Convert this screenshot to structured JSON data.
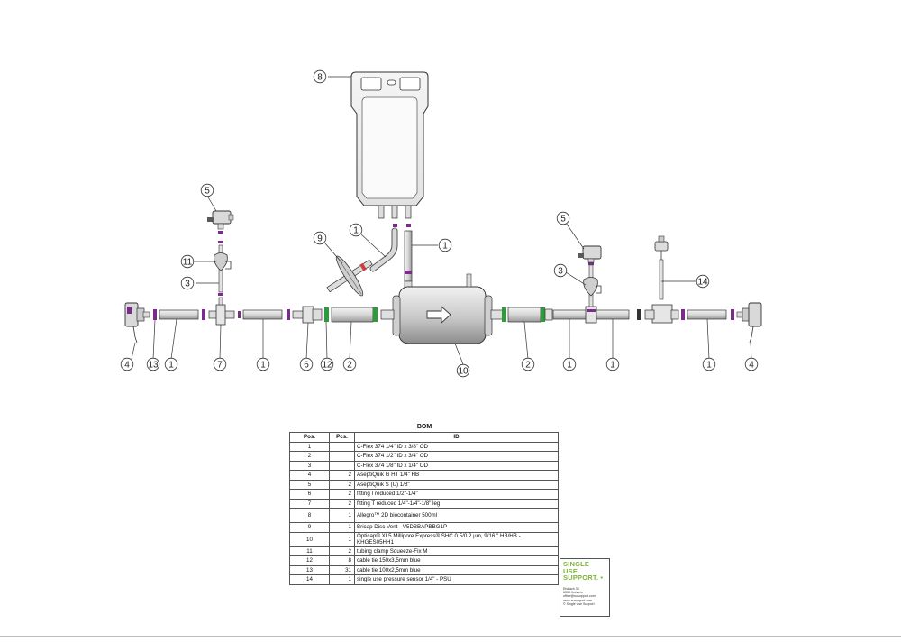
{
  "diagram": {
    "callouts": [
      {
        "id": "c8",
        "label": "8"
      },
      {
        "id": "c5a",
        "label": "5"
      },
      {
        "id": "c11",
        "label": "11"
      },
      {
        "id": "c3a",
        "label": "3"
      },
      {
        "id": "c9",
        "label": "9"
      },
      {
        "id": "c1a",
        "label": "1"
      },
      {
        "id": "c1b",
        "label": "1"
      },
      {
        "id": "c5b",
        "label": "5"
      },
      {
        "id": "c3b",
        "label": "3"
      },
      {
        "id": "c14",
        "label": "14"
      },
      {
        "id": "c4a",
        "label": "4"
      },
      {
        "id": "c13",
        "label": "13"
      },
      {
        "id": "c1c",
        "label": "1"
      },
      {
        "id": "c7",
        "label": "7"
      },
      {
        "id": "c1d",
        "label": "1"
      },
      {
        "id": "c6",
        "label": "6"
      },
      {
        "id": "c12",
        "label": "12"
      },
      {
        "id": "c2a",
        "label": "2"
      },
      {
        "id": "c10",
        "label": "10"
      },
      {
        "id": "c2b",
        "label": "2"
      },
      {
        "id": "c1e",
        "label": "1"
      },
      {
        "id": "c1f",
        "label": "1"
      },
      {
        "id": "c1g",
        "label": "1"
      },
      {
        "id": "c4b",
        "label": "4"
      }
    ]
  },
  "bom": {
    "title": "BOM",
    "headers": {
      "pos": "Pos.",
      "pcs": "Pcs.",
      "id": "ID"
    },
    "rows": [
      {
        "pos": "1",
        "pcs": "",
        "id": "C-Flex 374 1/4\" ID x 3/8\" OD"
      },
      {
        "pos": "2",
        "pcs": "",
        "id": "C-Flex 374 1/2\" ID x 3/4\" OD"
      },
      {
        "pos": "3",
        "pcs": "",
        "id": "C-Flex 374 1/8\" ID x 1/4\" OD"
      },
      {
        "pos": "4",
        "pcs": "2",
        "id": "AseptiQuik G HT 1/4\" HB"
      },
      {
        "pos": "5",
        "pcs": "2",
        "id": "AseptiQuik S (U) 1/8\""
      },
      {
        "pos": "6",
        "pcs": "2",
        "id": "fitting I reduced 1/2\"-1/4\""
      },
      {
        "pos": "7",
        "pcs": "2",
        "id": "fitting T reduced 1/4\"-1/4\"-1/8\" leg"
      },
      {
        "pos": "8",
        "pcs": "1",
        "id": "Allegro™ 2D biocontainer  500ml"
      },
      {
        "pos": "9",
        "pcs": "1",
        "id": "Bricap Disc Vent - V5DBBAPBBG1P"
      },
      {
        "pos": "10",
        "pcs": "1",
        "id": "Opticap® XL5 Millipore Express® SHC 0.5/0.2 µm, 9/16 \" HB/HB - KHGES05HH1"
      },
      {
        "pos": "11",
        "pcs": "2",
        "id": "tubing clamp Squeeze-Fix M"
      },
      {
        "pos": "12",
        "pcs": "8",
        "id": "cable tie 150x3,5mm blue"
      },
      {
        "pos": "13",
        "pcs": "31",
        "id": "cable tie 100x2,5mm blue"
      },
      {
        "pos": "14",
        "pcs": "1",
        "id": "single use pressure sensor 1/4\" - PSU"
      }
    ]
  },
  "logo": {
    "line1": "SINGLE",
    "line2": "USE",
    "line3": "SUPPORT.",
    "addr1": "Eisbach 30",
    "addr2": "6330 Kufstein",
    "addr3": "office@susupport.com",
    "addr4": "www.susupport.com",
    "addr5": "© Single Use Support"
  },
  "colors": {
    "accent": "#7db33a",
    "clamp": "#7a2b8c",
    "tie_green": "#2e9b3a",
    "line": "#333333"
  }
}
